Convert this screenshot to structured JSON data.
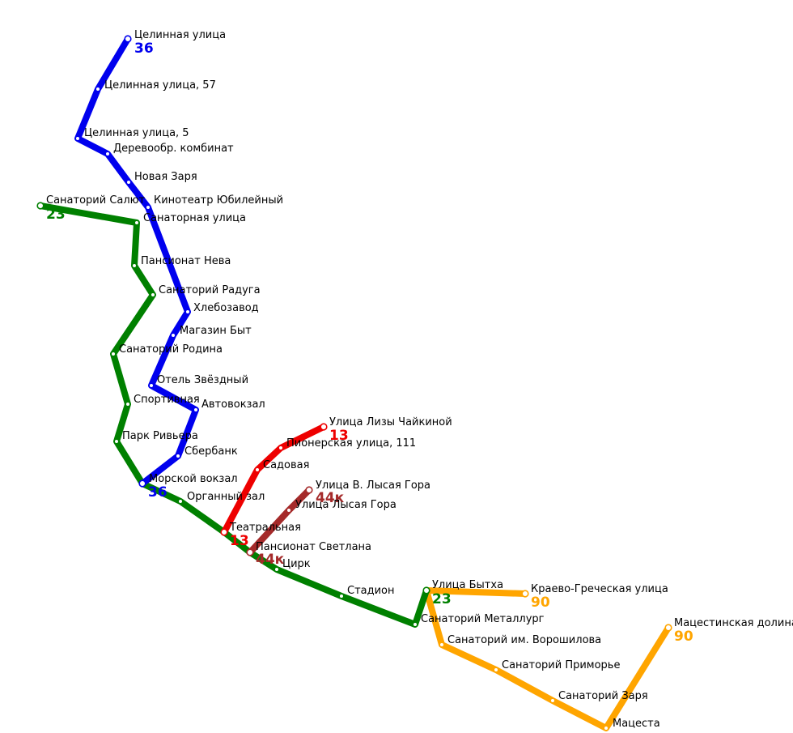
{
  "routes": [
    {
      "id": "r36",
      "number": "36",
      "color": "#0000ee",
      "stops": [
        "Целинная улица",
        "Целинная улица, 57",
        "Целинная улица, 5",
        "Деревообр. комбинат",
        "Новая Заря",
        "Кинотеатр Юбилейный",
        "Хлебозавод",
        "Магазин Быт",
        "Отель Звёздный",
        "Автовокзал",
        "Сбербанк",
        "Морской вокзал"
      ]
    },
    {
      "id": "r23",
      "number": "23",
      "color": "#008000",
      "stops": [
        "Санаторий Салют",
        "Санаторная улица",
        "Пансионат Нева",
        "Санаторий Радуга",
        "Санаторий Родина",
        "Спортивная",
        "Парк Ривьера",
        "Органный зал",
        "Цирк",
        "Стадион",
        "Санаторий Металлург",
        "Улица Бытха"
      ]
    },
    {
      "id": "r13",
      "number": "13",
      "color": "#ee0000",
      "stops": [
        "Улица Лизы Чайкиной",
        "Пионерская улица, 111",
        "Садовая",
        "Театральная"
      ]
    },
    {
      "id": "r44k",
      "number": "44к",
      "color": "#a52a2a",
      "stops": [
        "Улица В. Лысая Гора",
        "Улица Лысая Гора",
        "Пансионат Светлана"
      ]
    },
    {
      "id": "r90",
      "number": "90",
      "color": "#ffa500",
      "stops": [
        "Краево-Греческая улица",
        "Санаторий им. Ворошилова",
        "Санаторий Приморье",
        "Санаторий Заря",
        "Мацеста",
        "Мацестинская долина"
      ]
    }
  ]
}
